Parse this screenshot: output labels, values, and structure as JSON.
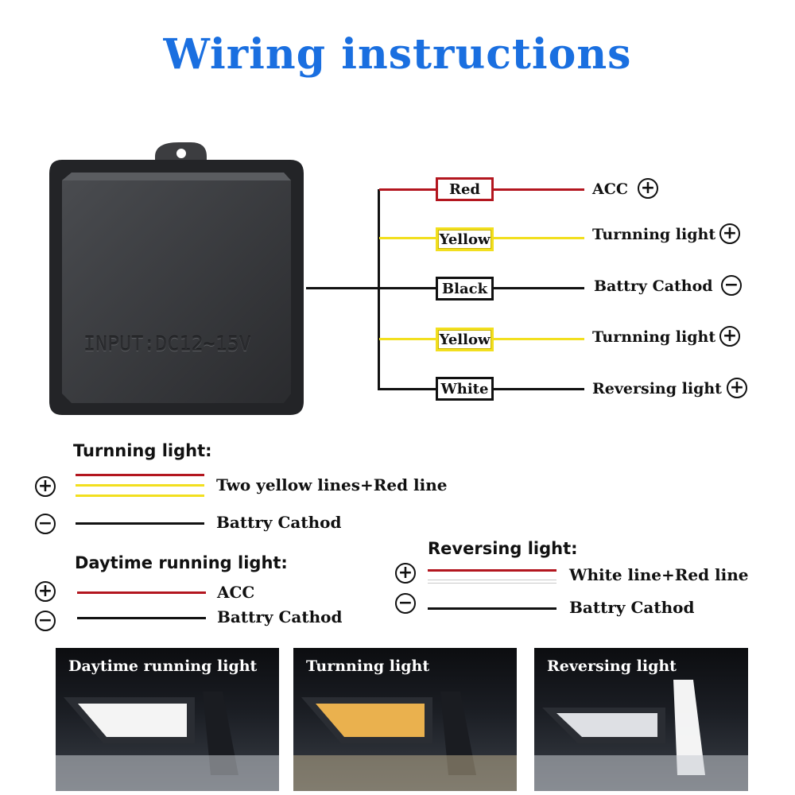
{
  "title": "Wiring instructions",
  "box": {
    "label": "INPUT:DC12~15V"
  },
  "wires": [
    {
      "color_name": "Red",
      "destination": "ACC",
      "sign": "+",
      "wire_color": "#b3161f"
    },
    {
      "color_name": "Yellow",
      "destination": "Turnning light",
      "sign": "+",
      "wire_color": "#f2df1e"
    },
    {
      "color_name": "Black",
      "destination": "Battry Cathod",
      "sign": "−",
      "wire_color": "#111111"
    },
    {
      "color_name": "Yellow",
      "destination": "Turnning light",
      "sign": "+",
      "wire_color": "#f2df1e"
    },
    {
      "color_name": "White",
      "destination": "Reversing light",
      "sign": "+",
      "wire_color": "#111111"
    }
  ],
  "sections": {
    "turning": {
      "heading": "Turnning light:",
      "positive_sign": "+",
      "positive_label": "Two yellow lines+Red line",
      "negative_sign": "−",
      "negative_label": "Battry Cathod"
    },
    "daytime": {
      "heading": "Daytime running light:",
      "positive_sign": "+",
      "positive_label": "ACC",
      "negative_sign": "−",
      "negative_label": "Battry Cathod"
    },
    "reversing": {
      "heading": "Reversing light:",
      "positive_sign": "+",
      "positive_label": "White line+Red line",
      "negative_sign": "−",
      "negative_label": "Battry Cathod"
    }
  },
  "photos": [
    {
      "caption": "Daytime running light",
      "light_color": "#ffffff"
    },
    {
      "caption": "Turnning light",
      "light_color": "#f4b850"
    },
    {
      "caption": "Reversing light",
      "light_color": "#ffffff"
    }
  ],
  "colors": {
    "title": "#1a6fe0",
    "red": "#b3161f",
    "yellow": "#f2df1e",
    "black": "#111111"
  }
}
